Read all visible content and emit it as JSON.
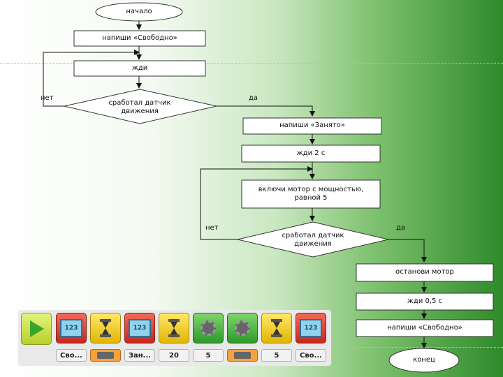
{
  "flowchart": {
    "start": "начало",
    "step_write_free": "напиши «Свободно»",
    "step_wait": "жди",
    "decision_motion_1": "сработал датчик движения",
    "label_no_1": "нет",
    "label_yes_1": "да",
    "step_write_busy": "напиши «Занято»",
    "step_wait_2s": "жди 2 с",
    "step_motor_on": "включи мотор с мощностью, равной 5",
    "decision_motion_2": "сработал датчик движения",
    "label_no_2": "нет",
    "label_yes_2": "да",
    "step_motor_stop": "останови мотор",
    "step_wait_05s": "жди 0,5 с",
    "step_write_free_2": "напиши «Свободно»",
    "end": "конец"
  },
  "palette": {
    "blocks": [
      {
        "kind": "start",
        "icon": "play-icon"
      },
      {
        "kind": "display",
        "icon": "display-icon",
        "param": "Сво..."
      },
      {
        "kind": "wait",
        "icon": "hourglass-icon",
        "param_icon": "motion-sensor-icon"
      },
      {
        "kind": "display",
        "icon": "display-icon",
        "param": "Зан..."
      },
      {
        "kind": "wait",
        "icon": "hourglass-icon",
        "param": "20"
      },
      {
        "kind": "motor",
        "icon": "motor-power-icon",
        "param": "5"
      },
      {
        "kind": "motor-off",
        "icon": "motor-stop-icon",
        "param_icon": "motion-sensor-icon"
      },
      {
        "kind": "wait",
        "icon": "hourglass-icon",
        "param": "5"
      },
      {
        "kind": "display",
        "icon": "display-icon",
        "param": "Сво..."
      }
    ],
    "display_glyph": "123"
  }
}
